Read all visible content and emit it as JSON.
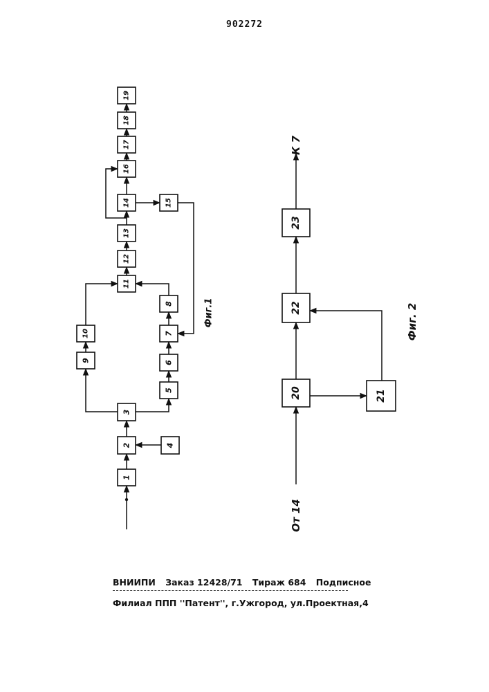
{
  "document": {
    "number": "902272"
  },
  "fig1": {
    "caption": "Фиг.1",
    "blocks": [
      "1",
      "2",
      "3",
      "4",
      "5",
      "6",
      "7",
      "8",
      "9",
      "10",
      "11",
      "12",
      "13",
      "14",
      "15",
      "16",
      "17",
      "18",
      "19"
    ]
  },
  "fig2": {
    "caption": "Фиг. 2",
    "blocks": [
      "20",
      "21",
      "22",
      "23"
    ],
    "input_label": "От 14",
    "output_label": "К 7"
  },
  "footer": {
    "org": "ВНИИПИ",
    "order": "Заказ 12428/71",
    "circulation": "Тираж 684",
    "subscription": "Подписное",
    "address": "Филиал ППП ''Патент'', г.Ужгород, ул.Проектная,4"
  }
}
